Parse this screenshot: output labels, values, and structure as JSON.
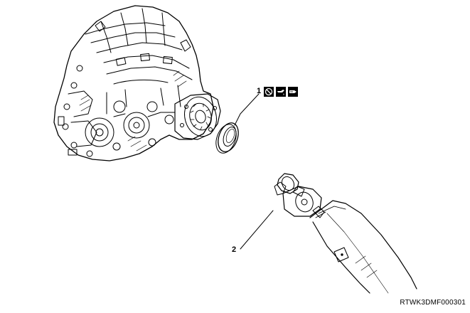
{
  "callouts": [
    {
      "number": "1",
      "part": "oil-seal"
    },
    {
      "number": "2",
      "part": "propeller-shaft"
    }
  ],
  "icons": [
    "do-not-reuse-icon",
    "apply-oil-icon",
    "apply-grease-icon"
  ],
  "document_code": "RTWK3DMF000301",
  "colors": {
    "line": "#000000",
    "background": "#ffffff"
  }
}
